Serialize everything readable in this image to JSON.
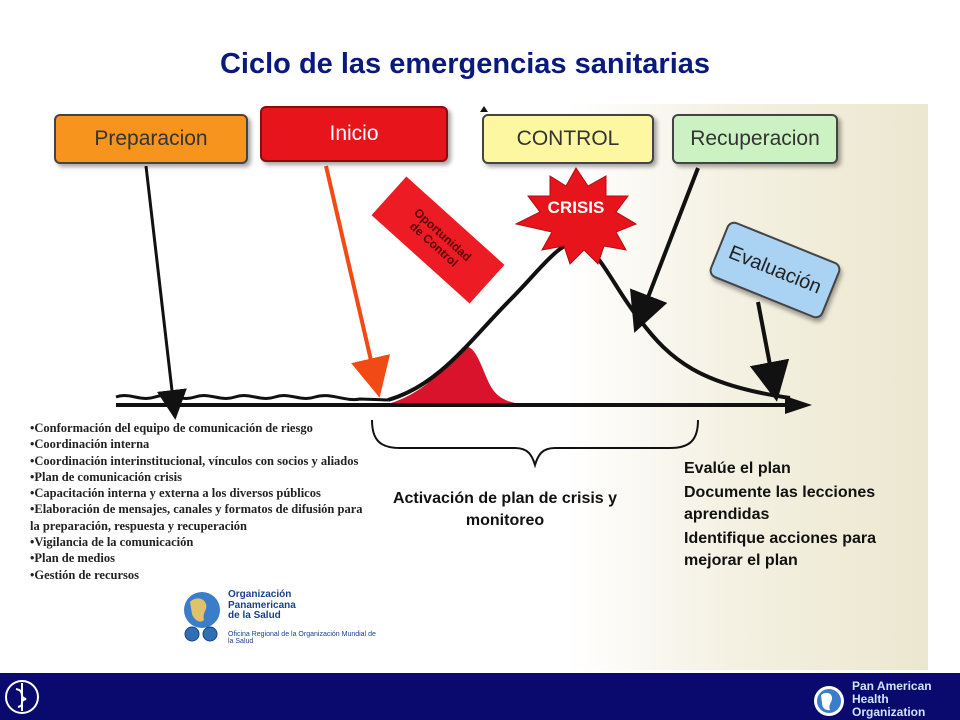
{
  "title": "Ciclo de las emergencias sanitarias",
  "phases": {
    "preparacion": "Preparacion",
    "inicio": "Inicio",
    "control": "CONTROL",
    "recuperacion": "Recuperacion",
    "evaluacion": "Evaluación"
  },
  "crisis_label": "CRISIS",
  "oportunidad": [
    "Oportunidad",
    "de Control"
  ],
  "preparation_items": [
    "•Conformación del equipo de comunicación de riesgo",
    "•Coordinación  interna",
    "•Coordinación interinstitucional, vínculos con socios y aliados",
    "•Plan de comunicación crisis",
    " •Capacitación interna y externa a los diversos públicos",
    "•Elaboración de mensajes, canales y formatos de difusión para la preparación, respuesta  y recuperación",
    "•Vigilancia de la comunicación",
    "•Plan de medios",
    "•Gestión de recursos"
  ],
  "activation_text": "Activación de plan de crisis y monitoreo",
  "evaluation_items": [
    "Evalúe el plan",
    "Documente las lecciones aprendidas",
    "Identifique acciones para mejorar el plan"
  ],
  "paho_logo": {
    "name_lines": [
      "Organización",
      "Panamericana",
      "de la Salud"
    ],
    "who_line": "Oficina Regional de la Organización Mundial de la Salud"
  },
  "footer_text": [
    "Pan American",
    "Health",
    "Organization"
  ],
  "colors": {
    "title": "#0a1a7a",
    "preparacion": "#f7941d",
    "inicio": "#e8141b",
    "control": "#fcf7a0",
    "recuperacion": "#ccf2c4",
    "evaluacion": "#a9d2f3",
    "footer": "#0a0a6e"
  }
}
